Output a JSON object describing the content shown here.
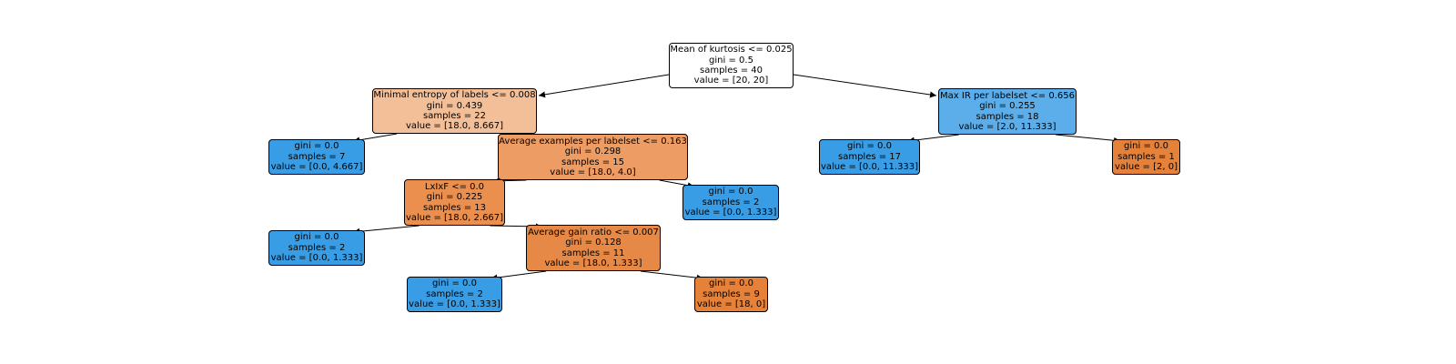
{
  "colors": {
    "blue": "#399de5",
    "blue_mid": "#5baeea",
    "orange": "#e58139",
    "orange_light": "#f2bf98",
    "orange_mid": "#ed9c64",
    "orange_strong": "#ea8f4d",
    "orange_deep": "#e78946",
    "white": "#ffffff"
  },
  "nodes": [
    {
      "id": "n0",
      "lines": [
        "Mean of kurtosis <= 0.025",
        "gini = 0.5",
        "samples = 40",
        "value = [20, 20]"
      ],
      "color": "#ffffff"
    },
    {
      "id": "n1",
      "lines": [
        "Minimal entropy of labels <= 0.008",
        "gini = 0.439",
        "samples = 22",
        "value = [18.0, 8.667]"
      ],
      "color": "#f2bf98"
    },
    {
      "id": "n2",
      "lines": [
        "gini = 0.0",
        "samples = 7",
        "value = [0.0, 4.667]"
      ],
      "color": "#399de5"
    },
    {
      "id": "n3",
      "lines": [
        "Average examples per labelset <= 0.163",
        "gini = 0.298",
        "samples = 15",
        "value = [18.0, 4.0]"
      ],
      "color": "#ed9c64"
    },
    {
      "id": "n4",
      "lines": [
        "LxIxF <= 0.0",
        "gini = 0.225",
        "samples = 13",
        "value = [18.0, 2.667]"
      ],
      "color": "#ea8f4d"
    },
    {
      "id": "n5",
      "lines": [
        "gini = 0.0",
        "samples = 2",
        "value = [0.0, 1.333]"
      ],
      "color": "#399de5"
    },
    {
      "id": "n6",
      "lines": [
        "Average gain ratio <= 0.007",
        "gini = 0.128",
        "samples = 11",
        "value = [18.0, 1.333]"
      ],
      "color": "#e78946"
    },
    {
      "id": "n7",
      "lines": [
        "gini = 0.0",
        "samples = 2",
        "value = [0.0, 1.333]"
      ],
      "color": "#399de5"
    },
    {
      "id": "n8",
      "lines": [
        "gini = 0.0",
        "samples = 9",
        "value = [18, 0]"
      ],
      "color": "#e58139"
    },
    {
      "id": "n9",
      "lines": [
        "gini = 0.0",
        "samples = 2",
        "value = [0.0, 1.333]"
      ],
      "color": "#399de5"
    },
    {
      "id": "n10",
      "lines": [
        "Max IR per labelset <= 0.656",
        "gini = 0.255",
        "samples = 18",
        "value = [2.0, 11.333]"
      ],
      "color": "#5baeea"
    },
    {
      "id": "n11",
      "lines": [
        "gini = 0.0",
        "samples = 17",
        "value = [0.0, 11.333]"
      ],
      "color": "#399de5"
    },
    {
      "id": "n12",
      "lines": [
        "gini = 0.0",
        "samples = 1",
        "value = [2, 0]"
      ],
      "color": "#e58139"
    }
  ],
  "edges": [
    [
      "n0",
      "n1"
    ],
    [
      "n0",
      "n10"
    ],
    [
      "n1",
      "n2"
    ],
    [
      "n1",
      "n3"
    ],
    [
      "n3",
      "n4"
    ],
    [
      "n3",
      "n9"
    ],
    [
      "n4",
      "n5"
    ],
    [
      "n4",
      "n6"
    ],
    [
      "n6",
      "n7"
    ],
    [
      "n6",
      "n8"
    ],
    [
      "n10",
      "n11"
    ],
    [
      "n10",
      "n12"
    ]
  ]
}
